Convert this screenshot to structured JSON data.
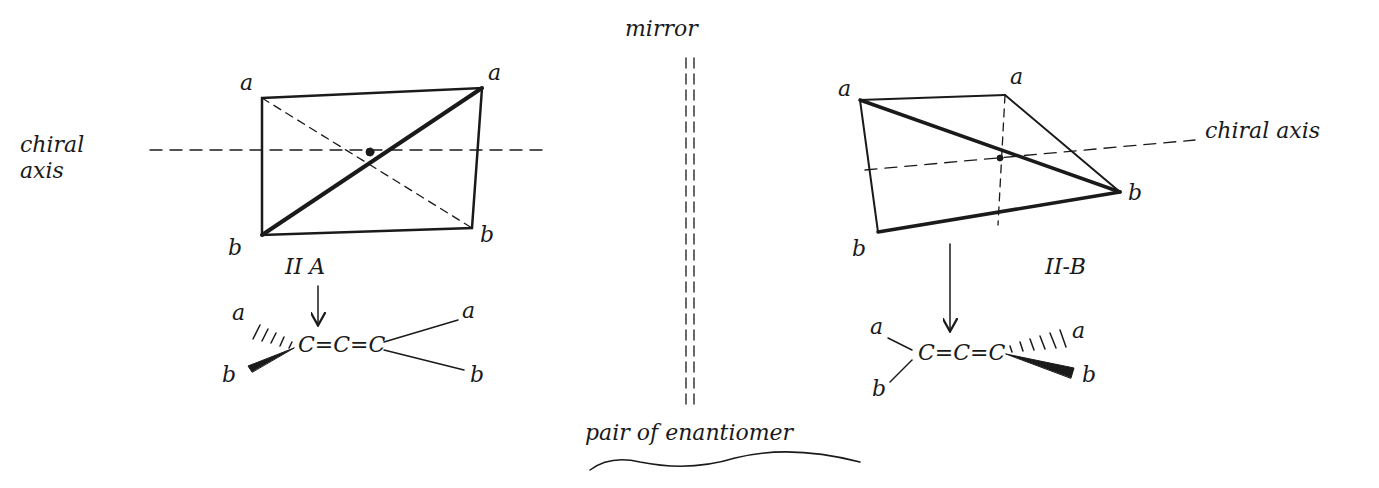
{
  "diagram": {
    "labels": [
      "chiral axis",
      "a",
      "a",
      "b",
      "b",
      "II A",
      "a",
      "b",
      "C=C=C",
      "a",
      "b",
      "mirror",
      "pair of enantiomer",
      "a",
      "a",
      "b",
      "b",
      "chiral axis",
      "II-B",
      "a",
      "b",
      "C=C=C",
      "a",
      "b"
    ]
  }
}
